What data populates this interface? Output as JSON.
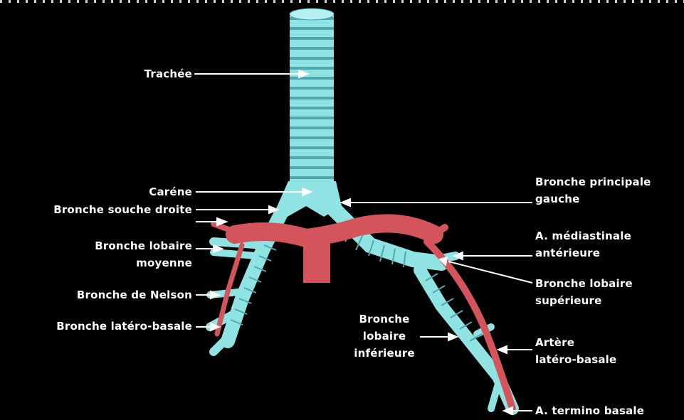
{
  "colors": {
    "background": "#000000",
    "bronchus": "#8fe3e3",
    "artery": "#d4545c",
    "label": "#ffffff"
  },
  "labels": {
    "trachee": "Trachée",
    "carene": "Caréne",
    "bronche_souche_droite": "Bronche souche droite",
    "bronche_lobaire_moyenne_1": "Bronche lobaire",
    "bronche_lobaire_moyenne_2": "moyenne",
    "bronche_de_nelson": "Bronche de Nelson",
    "bronche_latero_basale": "Bronche latéro-basale",
    "bronche_principale_gauche_1": "Bronche principale",
    "bronche_principale_gauche_2": "gauche",
    "a_mediastinale_1": "A. médiastinale",
    "a_mediastinale_2": "antérieure",
    "bronche_lobaire_superieure_1": "Bronche lobaire",
    "bronche_lobaire_superieure_2": "supérieure",
    "bronche_lobaire_inferieure_1": "Bronche",
    "bronche_lobaire_inferieure_2": "lobaire",
    "bronche_lobaire_inferieure_3": "inférieure",
    "artere_latero_basale_1": "Artère",
    "artere_latero_basale_2": "latéro-basale",
    "a_termino_basale": "A. termino basale"
  }
}
